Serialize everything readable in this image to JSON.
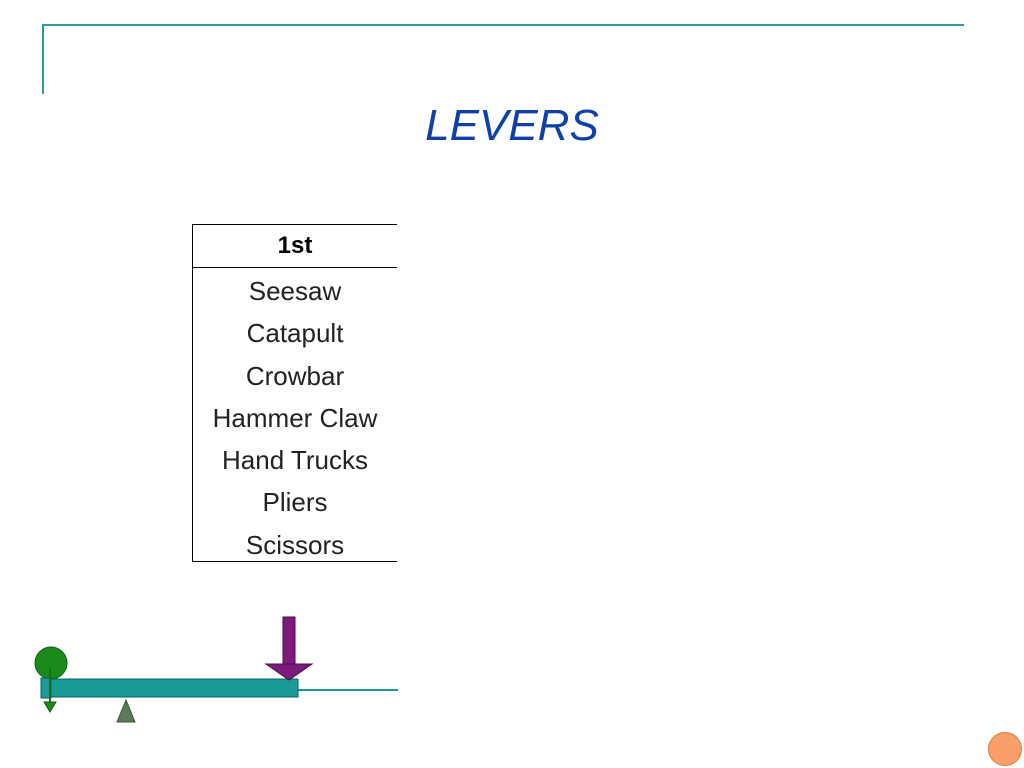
{
  "slide": {
    "title": "LEVERS"
  },
  "table": {
    "header": "1st",
    "rows": [
      "Seesaw",
      "Catapult",
      "Crowbar",
      "Hammer Claw",
      "Hand Trucks",
      "Pliers",
      "Scissors"
    ]
  },
  "diagram": {
    "icons": [
      "effort-arrow-icon",
      "load-ball-icon",
      "fulcrum-triangle-icon",
      "lever-beam-icon"
    ],
    "colors": {
      "beam": "#1a9b98",
      "load": "#1a8a1a",
      "effort": "#7b1b7b",
      "fulcrum": "#5a7a5a",
      "frame": "#2a9d94",
      "title": "#1040a8",
      "nav": "#f9a06a"
    }
  }
}
